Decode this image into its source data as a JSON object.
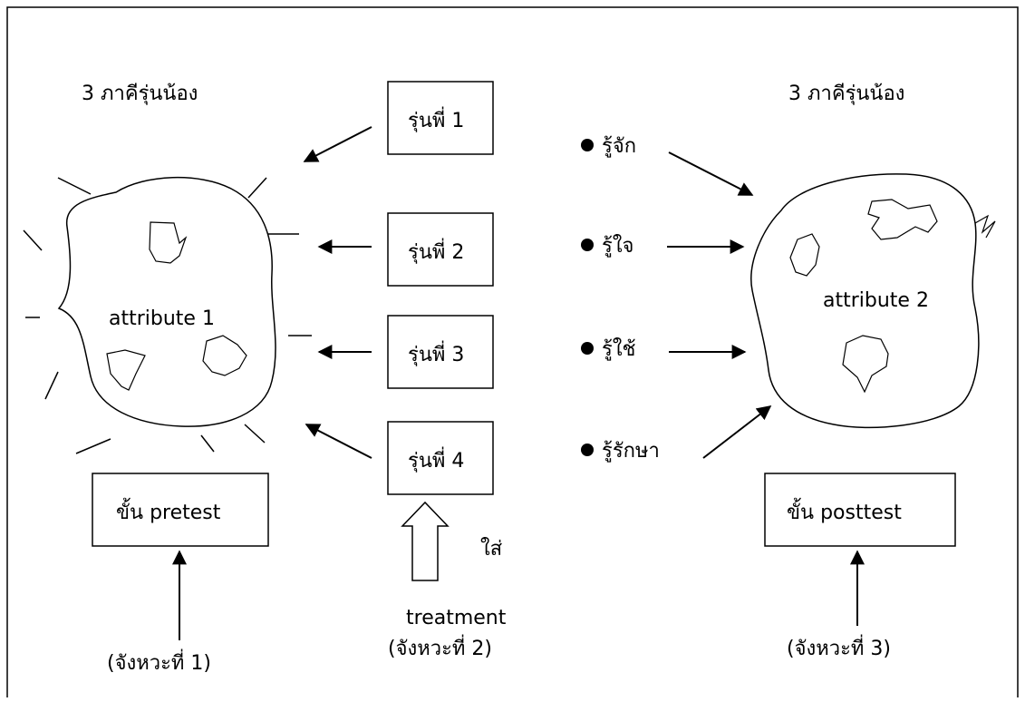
{
  "left": {
    "title": "3 ภาคีรุ่นน้อง",
    "blob_label": "attribute 1",
    "stage_box": "ขั้น pretest",
    "stage_caption": "(จังหวะที่ 1)"
  },
  "middle": {
    "boxes": [
      "รุ่นพี่ 1",
      "รุ่นพี่ 2",
      "รุ่นพี่ 3",
      "รุ่นพี่ 4"
    ],
    "insert_label": "ใส่",
    "treatment_label": "treatment",
    "treatment_caption": "(จังหวะที่ 2)"
  },
  "right": {
    "title": "3 ภาคีรุ่นน้อง",
    "blob_label": "attribute 2",
    "bullets": [
      "รู้จัก",
      "รู้ใจ",
      "รู้ใช้",
      "รู้รักษา"
    ],
    "stage_box": "ขั้น posttest",
    "stage_caption": "(จังหวะที่ 3)"
  }
}
